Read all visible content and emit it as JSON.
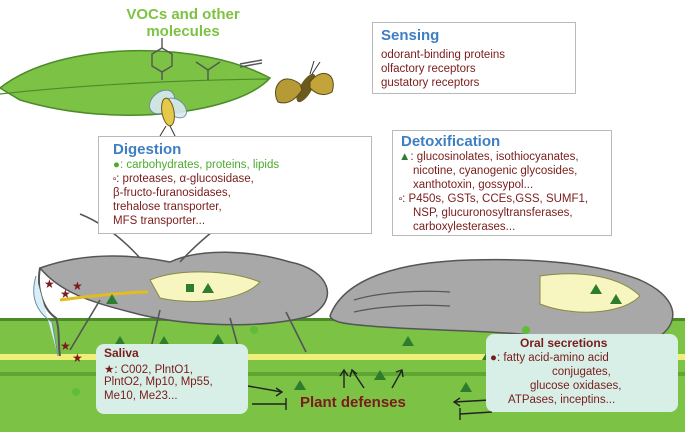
{
  "vocs": {
    "line1": "VOCs and other",
    "line2": "molecules"
  },
  "sensing": {
    "title": "Sensing",
    "items": [
      "odorant-binding proteins",
      "olfactory receptors",
      "gustatory receptors"
    ]
  },
  "digestion": {
    "title": "Digestion",
    "line1_marker": "●",
    "line1_text": ": carbohydrates, proteins, lipids",
    "line2_marker": "⬞",
    "lines": [
      ": proteases, α-glucosidase,",
      "β-fructo-furanosidases,",
      "trehalose transporter,",
      "MFS transporter..."
    ]
  },
  "detox": {
    "title": "Detoxification",
    "marker1": "▲",
    "group1": [
      ": glucosinolates, isothiocyanates,",
      "nicotine, cyanogenic glycosides,",
      "xanthotoxin, gossypol..."
    ],
    "marker2": "⬞",
    "group2": [
      ": P450s, GSTs, CCEs,GSS, SUMF1,",
      "NSP, glucuronosyltransferases,",
      "carboxylesterases..."
    ]
  },
  "saliva": {
    "title": "Saliva",
    "marker": "★",
    "lines": [
      ": C002, PlntO1,",
      "PlntO2, Mp10, Mp55,",
      "Me10, Me23..."
    ]
  },
  "oral": {
    "title": "Oral secretions",
    "marker": "●",
    "lines": [
      ": fatty acid-amino acid",
      "conjugates,",
      "glucose oxidases,",
      "ATPases, inceptins..."
    ]
  },
  "plant_defenses": "Plant defenses",
  "colors": {
    "title_blue": "#3e7fc2",
    "text_maroon": "#7a1c1c",
    "leaf_green": "#74c043",
    "insect_grey": "#a7a7a7",
    "marker_green": "#2e7d2e"
  }
}
